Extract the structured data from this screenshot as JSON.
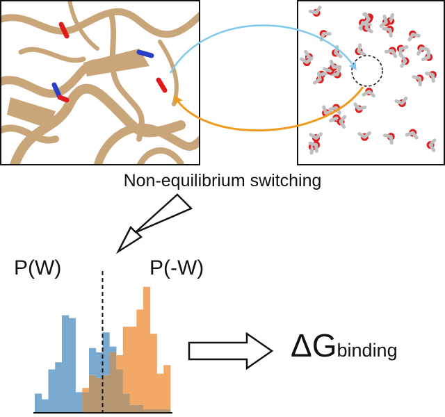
{
  "caption": "Non-equilibrium switching",
  "labels": {
    "forward_distribution": "P(W)",
    "reverse_distribution": "P(-W)",
    "delta_symbol": "ΔG",
    "delta_subscript": "binding"
  },
  "colors": {
    "protein": "#c9a57a",
    "forward_series": "#7aa9cf",
    "reverse_series": "#f2a968",
    "overlap": "#b79773",
    "blue_arrow": "#7ec8ea",
    "orange_arrow": "#ef9a1e",
    "oxygen": "#e01b1b",
    "hydrogen": "#ffffff",
    "nitrogen": "#2a3fc7"
  },
  "icons": [
    "protein-ribbon-image",
    "water-box-image",
    "hollow-arrow-icon"
  ],
  "chart_data": {
    "type": "bar",
    "bins": 20,
    "series": [
      {
        "name": "P(W)",
        "values": [
          0.13,
          0.09,
          0.3,
          0.35,
          0.68,
          0.66,
          0.14,
          0.14,
          0.45,
          0.42,
          0.56,
          0.46,
          0.3,
          0.13,
          0.05,
          0.05,
          0.02,
          0.02,
          0.02,
          0.02
        ]
      },
      {
        "name": "P(-W)",
        "values": [
          0.0,
          0.0,
          0.0,
          0.0,
          0.0,
          0.0,
          0.0,
          0.17,
          0.26,
          0.24,
          0.26,
          0.42,
          0.4,
          0.6,
          0.6,
          0.72,
          0.88,
          0.55,
          0.27,
          0.33
        ]
      }
    ],
    "threshold": 0.5,
    "grid": false
  }
}
